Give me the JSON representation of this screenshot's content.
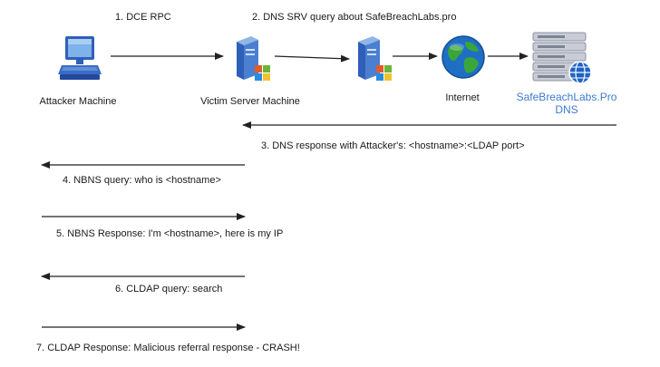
{
  "nodes": {
    "attacker": {
      "label": "Attacker Machine"
    },
    "victim": {
      "label": "Victim Server Machine"
    },
    "internet": {
      "label": "Internet"
    },
    "dns": {
      "label_line1": "SafeBreachLabs.Pro",
      "label_line2": "DNS"
    }
  },
  "steps": [
    {
      "label": "1. DCE RPC"
    },
    {
      "label": "2. DNS SRV query about SafeBreachLabs.pro"
    },
    {
      "label": "3. DNS response with Attacker's: <hostname>:<LDAP port>"
    },
    {
      "label": "4. NBNS query: who is <hostname>"
    },
    {
      "label": "5. NBNS Response: I'm <hostname>, here is my IP"
    },
    {
      "label": "6. CLDAP query: search"
    },
    {
      "label": "7. CLDAP Response: Malicious referral response - CRASH!"
    }
  ],
  "colors": {
    "arrow": "#222222",
    "dns_label": "#3d7bd1",
    "server_blue": "#2f5fb8",
    "globe_blue": "#1e6fc4",
    "globe_green": "#3aa63a"
  }
}
